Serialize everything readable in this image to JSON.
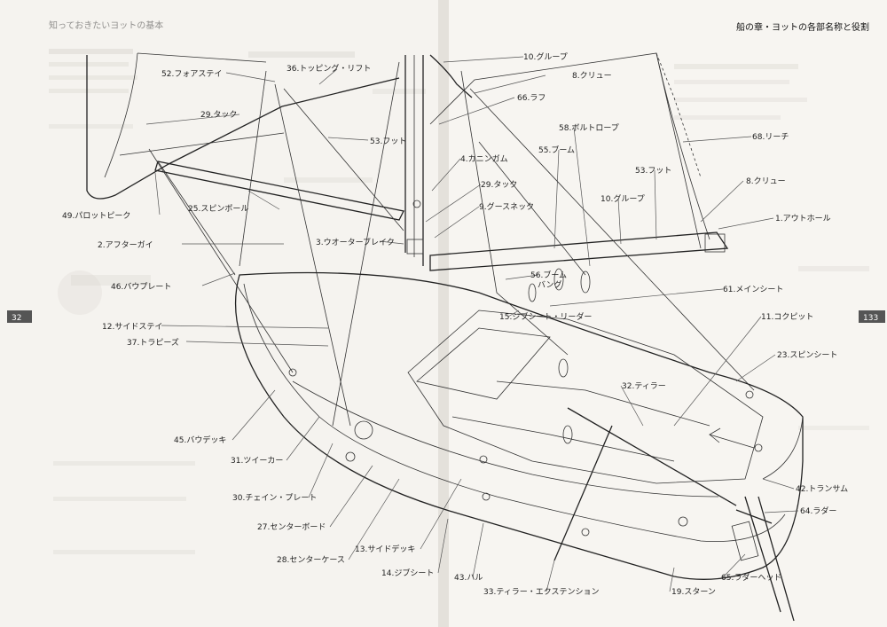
{
  "header": {
    "left_running_head": "知っておきたいヨットの基本",
    "right_running_head": "船の章・ヨットの各部名称と役割"
  },
  "page_numbers": {
    "left": "32",
    "right": "133"
  },
  "labels": [
    "52.フォアステイ",
    "36.トッピング・リフト",
    "29.タック",
    "53.フット",
    "49.パロットピーク",
    "25.スピンポール",
    "2.アフターガイ",
    "3.ウオーターブレイク",
    "46.バウプレート",
    "12.サイドステイ",
    "37.トラピーズ",
    "45.バウデッキ",
    "31.ツイーカー",
    "30.チェイン・プレート",
    "27.センターボード",
    "28.センターケース",
    "13.サイドデッキ",
    "14.ジブシート",
    "43.ハル",
    "33.ティラー・エクステンション",
    "10.グループ",
    "8.クリュー",
    "66.ラフ",
    "58.ボルトロープ",
    "55.ブーム",
    "4.カニンガム",
    "29.タック",
    "9.グースネック",
    "68.リーチ",
    "53.フット",
    "10.グループ",
    "8.クリュー",
    "1.アウトホール",
    "56.ブーム\nバング",
    "61.メインシート",
    "15.ジブシート・リーダー",
    "11.コクピット",
    "23.スピンシート",
    "32.ティラー",
    "42.トランサム",
    "64.ラダー",
    "65.ラダーヘッド",
    "19.スターン"
  ]
}
